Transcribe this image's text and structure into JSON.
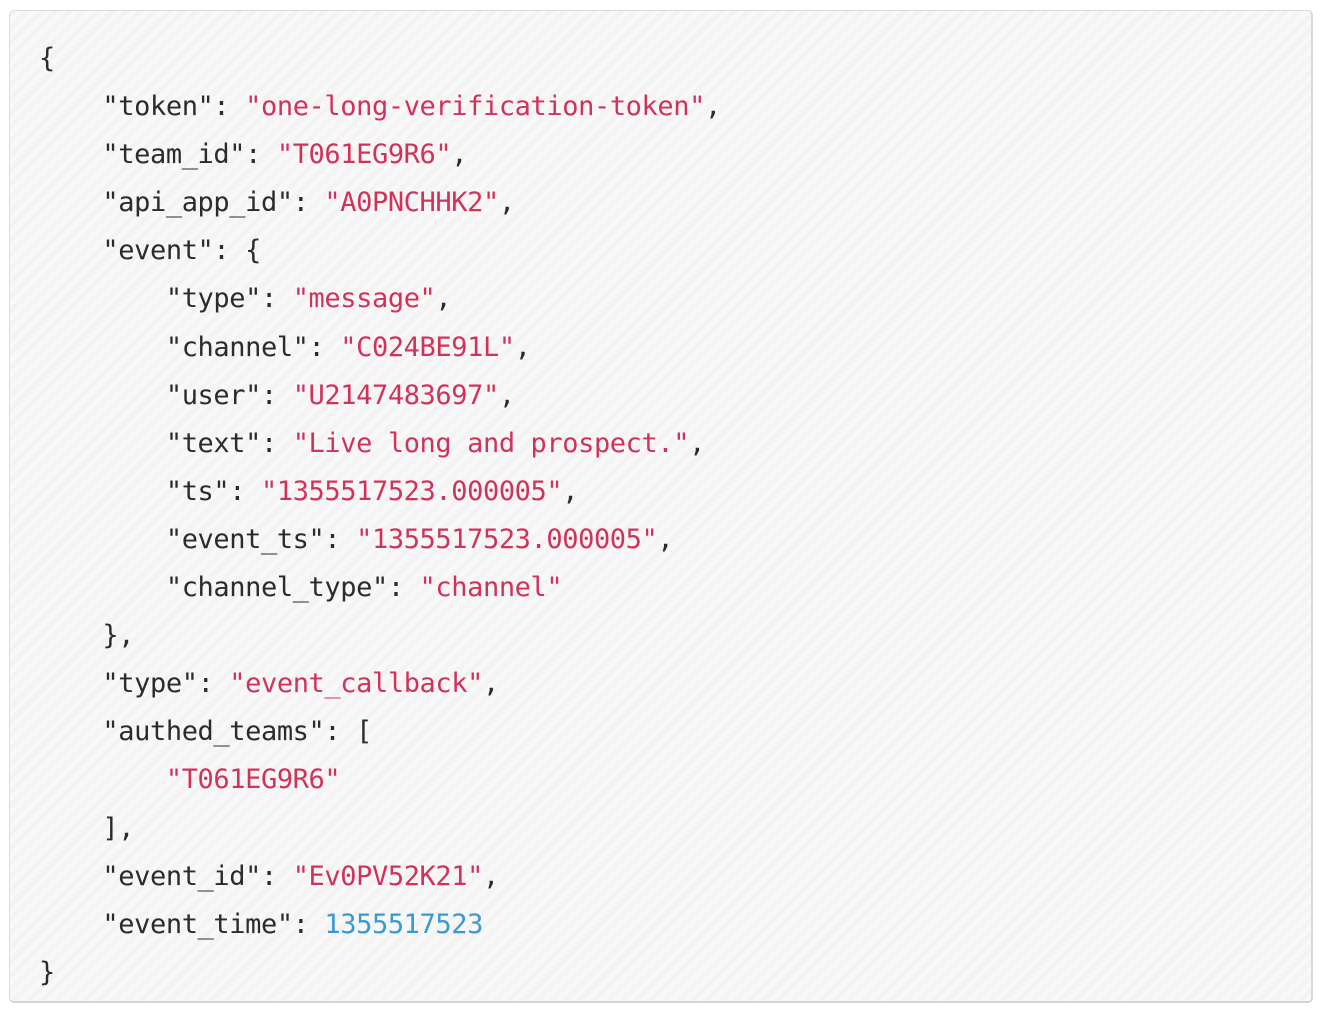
{
  "code_block": {
    "language": "json",
    "colors": {
      "text": "#2b2b2b",
      "string": "#d0335a",
      "number": "#3a9ad0",
      "background": "#f8f8f8",
      "border": "#dcdcdc"
    },
    "lines": [
      {
        "indent": "",
        "key": "",
        "sep": "",
        "value": "",
        "vtype": "",
        "tail": "{"
      },
      {
        "indent": "    ",
        "key": "\"token\"",
        "sep": ": ",
        "value": "\"one-long-verification-token\"",
        "vtype": "str",
        "tail": ","
      },
      {
        "indent": "    ",
        "key": "\"team_id\"",
        "sep": ": ",
        "value": "\"T061EG9R6\"",
        "vtype": "str",
        "tail": ","
      },
      {
        "indent": "    ",
        "key": "\"api_app_id\"",
        "sep": ": ",
        "value": "\"A0PNCHHK2\"",
        "vtype": "str",
        "tail": ","
      },
      {
        "indent": "    ",
        "key": "\"event\"",
        "sep": ": ",
        "value": "",
        "vtype": "",
        "tail": "{"
      },
      {
        "indent": "        ",
        "key": "\"type\"",
        "sep": ": ",
        "value": "\"message\"",
        "vtype": "str",
        "tail": ","
      },
      {
        "indent": "        ",
        "key": "\"channel\"",
        "sep": ": ",
        "value": "\"C024BE91L\"",
        "vtype": "str",
        "tail": ","
      },
      {
        "indent": "        ",
        "key": "\"user\"",
        "sep": ": ",
        "value": "\"U2147483697\"",
        "vtype": "str",
        "tail": ","
      },
      {
        "indent": "        ",
        "key": "\"text\"",
        "sep": ": ",
        "value": "\"Live long and prospect.\"",
        "vtype": "str",
        "tail": ","
      },
      {
        "indent": "        ",
        "key": "\"ts\"",
        "sep": ": ",
        "value": "\"1355517523.000005\"",
        "vtype": "str",
        "tail": ","
      },
      {
        "indent": "        ",
        "key": "\"event_ts\"",
        "sep": ": ",
        "value": "\"1355517523.000005\"",
        "vtype": "str",
        "tail": ","
      },
      {
        "indent": "        ",
        "key": "\"channel_type\"",
        "sep": ": ",
        "value": "\"channel\"",
        "vtype": "str",
        "tail": ""
      },
      {
        "indent": "    ",
        "key": "",
        "sep": "",
        "value": "",
        "vtype": "",
        "tail": "},"
      },
      {
        "indent": "    ",
        "key": "\"type\"",
        "sep": ": ",
        "value": "\"event_callback\"",
        "vtype": "str",
        "tail": ","
      },
      {
        "indent": "    ",
        "key": "\"authed_teams\"",
        "sep": ": ",
        "value": "",
        "vtype": "",
        "tail": "["
      },
      {
        "indent": "        ",
        "key": "",
        "sep": "",
        "value": "\"T061EG9R6\"",
        "vtype": "str",
        "tail": ""
      },
      {
        "indent": "    ",
        "key": "",
        "sep": "",
        "value": "",
        "vtype": "",
        "tail": "],"
      },
      {
        "indent": "    ",
        "key": "\"event_id\"",
        "sep": ": ",
        "value": "\"Ev0PV52K21\"",
        "vtype": "str",
        "tail": ","
      },
      {
        "indent": "    ",
        "key": "\"event_time\"",
        "sep": ": ",
        "value": "1355517523",
        "vtype": "num",
        "tail": ""
      },
      {
        "indent": "",
        "key": "",
        "sep": "",
        "value": "",
        "vtype": "",
        "tail": "}"
      }
    ]
  }
}
